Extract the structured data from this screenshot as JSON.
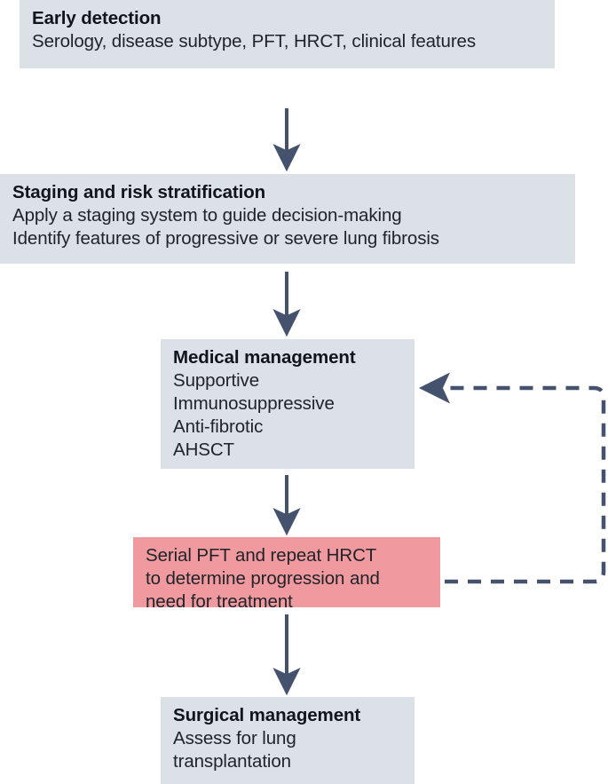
{
  "diagram": {
    "type": "flowchart",
    "orientation": "top-to-bottom",
    "colors": {
      "node_fill": "#dce0e7",
      "alert_node_fill": "#f09aa0",
      "connector": "#44526e",
      "text": "#1a1a1a",
      "background": "#ffffff"
    },
    "nodes": [
      {
        "id": "early-detection",
        "title": "Early detection",
        "lines": [
          "Serology, disease subtype, PFT, HRCT, clinical features"
        ],
        "style": "default"
      },
      {
        "id": "staging",
        "title": "Staging and risk stratification",
        "lines": [
          "Apply a staging system to guide decision-making",
          "Identify features of progressive or severe lung fibrosis"
        ],
        "style": "default"
      },
      {
        "id": "medical",
        "title": "Medical management",
        "lines": [
          "Supportive",
          "Immunosuppressive",
          "Anti-fibrotic",
          "AHSCT"
        ],
        "style": "default"
      },
      {
        "id": "monitoring",
        "title": "",
        "lines": [
          "Serial PFT and repeat HRCT",
          "to determine progression and",
          "need for treatment"
        ],
        "style": "alert"
      },
      {
        "id": "surgical",
        "title": "Surgical management",
        "lines": [
          "Assess for lung",
          "transplantation"
        ],
        "style": "default"
      }
    ],
    "connectors": [
      {
        "id": "arrow-early-to-staging",
        "from": "early-detection",
        "to": "staging",
        "style": "solid",
        "direction": "down"
      },
      {
        "id": "arrow-staging-to-medical",
        "from": "staging",
        "to": "medical",
        "style": "solid",
        "direction": "down"
      },
      {
        "id": "arrow-medical-to-monitoring",
        "from": "medical",
        "to": "monitoring",
        "style": "solid",
        "direction": "down"
      },
      {
        "id": "arrow-monitoring-to-surgical",
        "from": "monitoring",
        "to": "surgical",
        "style": "solid",
        "direction": "down"
      },
      {
        "id": "feedback-monitoring-to-medical",
        "from": "monitoring",
        "to": "medical",
        "style": "dashed",
        "direction": "loop-right-up-left"
      }
    ]
  }
}
